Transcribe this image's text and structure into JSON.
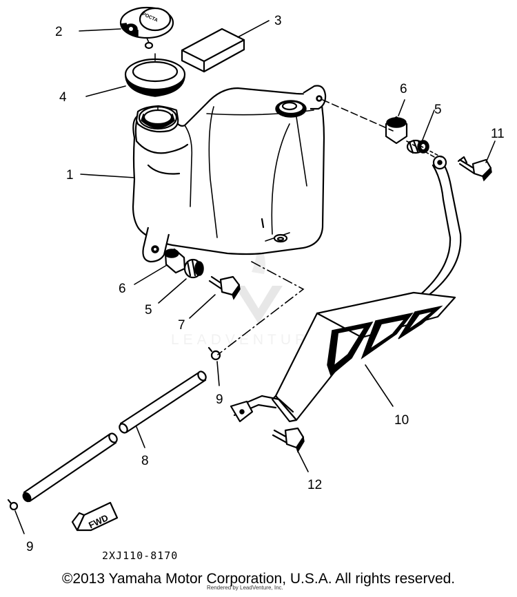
{
  "diagram": {
    "callouts": [
      {
        "id": "1",
        "text": "1"
      },
      {
        "id": "2",
        "text": "2"
      },
      {
        "id": "3",
        "text": "3"
      },
      {
        "id": "4",
        "text": "4"
      },
      {
        "id": "6a",
        "text": "6"
      },
      {
        "id": "5a",
        "text": "5"
      },
      {
        "id": "11",
        "text": "11"
      },
      {
        "id": "6b",
        "text": "6"
      },
      {
        "id": "5b",
        "text": "5"
      },
      {
        "id": "7",
        "text": "7"
      },
      {
        "id": "9a",
        "text": "9"
      },
      {
        "id": "10",
        "text": "10"
      },
      {
        "id": "8",
        "text": "8"
      },
      {
        "id": "12",
        "text": "12"
      },
      {
        "id": "9b",
        "text": "9"
      }
    ],
    "fwd_label": "FWD",
    "cap_marking": "POCTA",
    "diagram_code": "2XJ110-8170",
    "watermark": "LEADVENTURE"
  },
  "footer": {
    "copyright": "©2013 Yamaha Motor Corporation, U.S.A. All rights reserved.",
    "rendered_by": "Rendered by LeadVenture, Inc."
  }
}
